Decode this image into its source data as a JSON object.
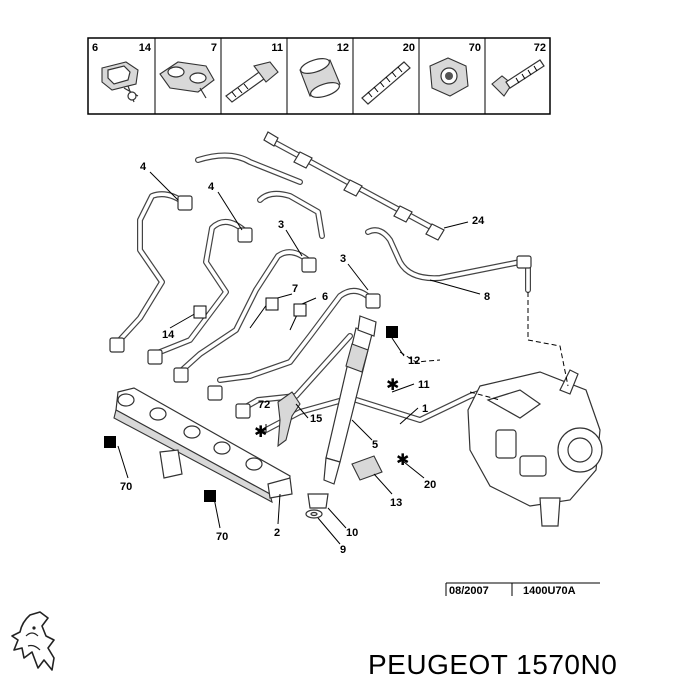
{
  "parts_strip": {
    "cells": [
      {
        "label": "6",
        "label2": "14",
        "icon": "clip-bracket-icon"
      },
      {
        "label": "7",
        "icon": "pipe-clamp-icon"
      },
      {
        "label": "11",
        "icon": "stud-bolt-icon"
      },
      {
        "label": "12",
        "icon": "sleeve-nut-icon"
      },
      {
        "label": "20",
        "icon": "threaded-screw-icon"
      },
      {
        "label": "70",
        "icon": "hex-nut-icon"
      },
      {
        "label": "72",
        "icon": "flange-bolt-icon"
      }
    ]
  },
  "callouts": [
    {
      "id": "c4a",
      "text": "4"
    },
    {
      "id": "c4b",
      "text": "4"
    },
    {
      "id": "c3a",
      "text": "3"
    },
    {
      "id": "c3b",
      "text": "3"
    },
    {
      "id": "c24",
      "text": "24"
    },
    {
      "id": "c8",
      "text": "8"
    },
    {
      "id": "c7",
      "text": "7"
    },
    {
      "id": "c6",
      "text": "6"
    },
    {
      "id": "c14",
      "text": "14"
    },
    {
      "id": "c12",
      "text": "12"
    },
    {
      "id": "c11",
      "text": "11"
    },
    {
      "id": "c1",
      "text": "1"
    },
    {
      "id": "c72",
      "text": "72"
    },
    {
      "id": "c15",
      "text": "15"
    },
    {
      "id": "c5",
      "text": "5"
    },
    {
      "id": "c70a",
      "text": "70"
    },
    {
      "id": "c70b",
      "text": "70"
    },
    {
      "id": "c2",
      "text": "2"
    },
    {
      "id": "c13",
      "text": "13"
    },
    {
      "id": "c20",
      "text": "20"
    },
    {
      "id": "c10",
      "text": "10"
    },
    {
      "id": "c9",
      "text": "9"
    }
  ],
  "stamp": {
    "date": "08/2007",
    "ref": "1400U70A"
  },
  "footer": {
    "brand_text": "PEUGEOT 1570N0",
    "logo": "peugeot-lion-logo-icon"
  },
  "colors": {
    "ink": "#000000",
    "background": "#ffffff",
    "shade": "#d8d8d8"
  }
}
